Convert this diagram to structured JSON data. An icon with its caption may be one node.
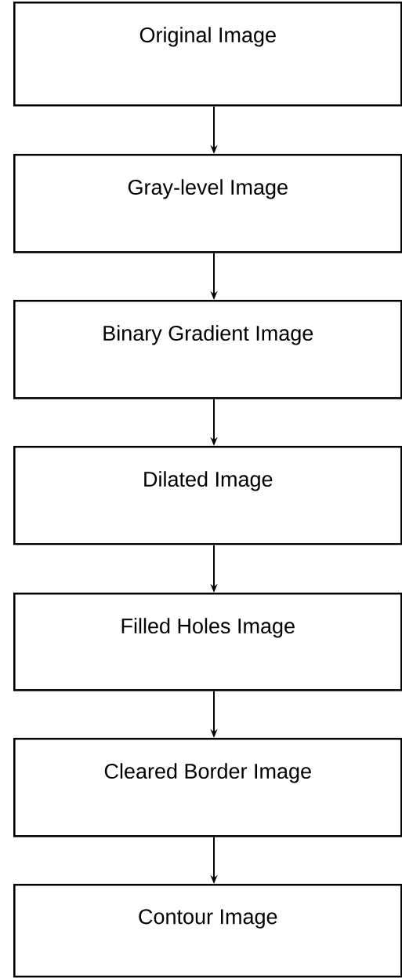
{
  "diagram": {
    "nodes": [
      {
        "text": [
          "Original Image"
        ]
      },
      {
        "text": [
          "Gray-level Image"
        ]
      },
      {
        "text": [
          "Binary Gradient Image"
        ]
      },
      {
        "text": [
          "Dilated Image"
        ]
      },
      {
        "text": [
          "Filled Holes Image"
        ]
      },
      {
        "text": [
          "Cleared Border Image"
        ]
      },
      {
        "text": [
          "Contour Image"
        ]
      }
    ],
    "edges": [
      {
        "from": 0,
        "to": 1,
        "arrow": "to"
      },
      {
        "from": 1,
        "to": 2,
        "arrow": "to"
      },
      {
        "from": 2,
        "to": 3,
        "arrow": "to"
      },
      {
        "from": 3,
        "to": 4,
        "arrow": "to"
      },
      {
        "from": 4,
        "to": 5,
        "arrow": "to"
      },
      {
        "from": 5,
        "to": 6,
        "arrow": "to"
      }
    ]
  }
}
